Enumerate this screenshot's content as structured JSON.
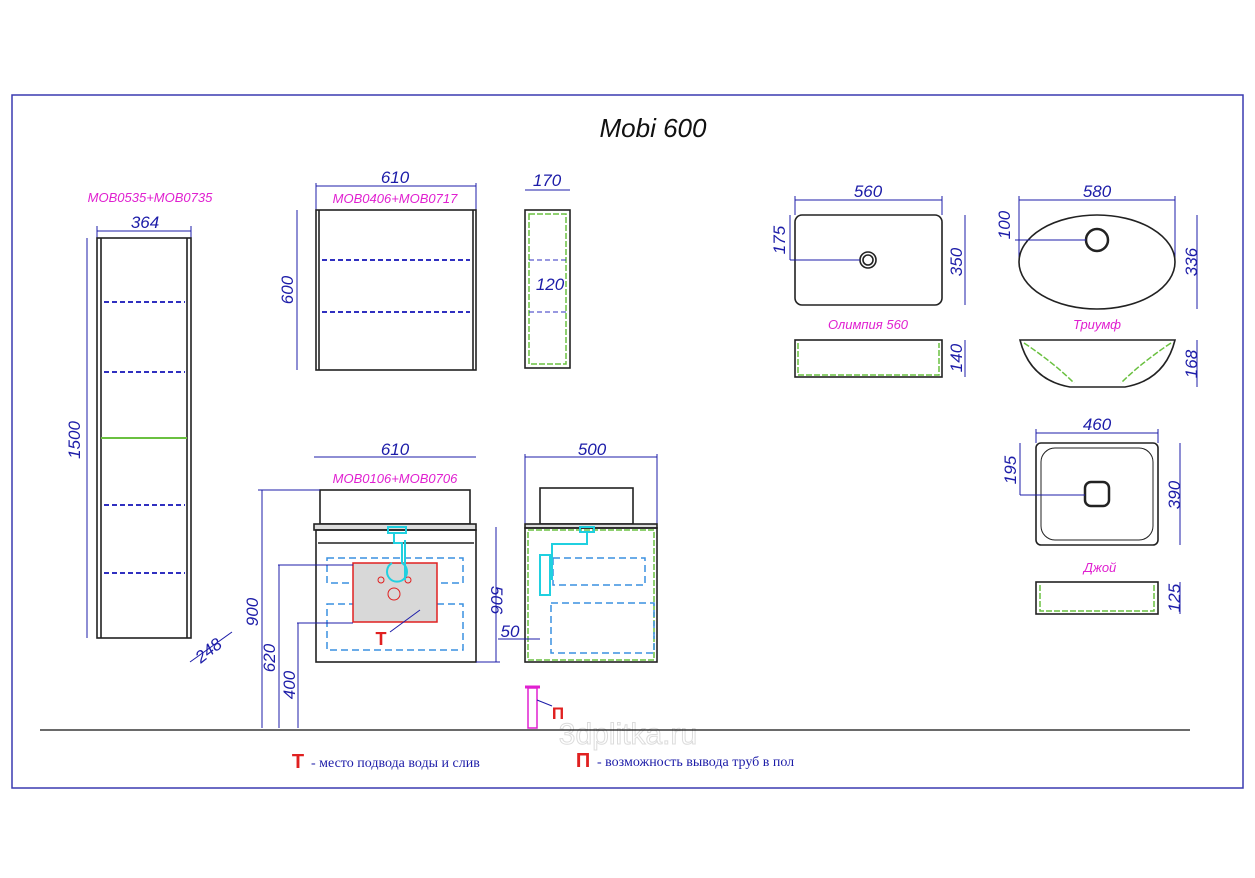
{
  "title": "Mobi 600",
  "tall_cabinet": {
    "code": "MOB0535+MOB0735",
    "width": "364",
    "height": "1500",
    "depth": "248"
  },
  "wall_cabinet": {
    "code": "MOB0406+MOB0717",
    "width": "610",
    "height": "600",
    "depth": "170",
    "inner": "120"
  },
  "vanity": {
    "code": "MOB0106+MOB0706",
    "width": "610",
    "depth": "500",
    "height_total": "900",
    "height_620": "620",
    "height_400": "400",
    "body_height": "506",
    "offset": "50"
  },
  "basins": [
    {
      "name": "Олимпия 560",
      "width": "560",
      "drain": "175",
      "depth": "350",
      "height": "140"
    },
    {
      "name": "Триумф",
      "width": "580",
      "drain": "100",
      "depth": "336",
      "height": "168"
    },
    {
      "name": "Джой",
      "width": "460",
      "drain": "195",
      "depth": "390",
      "height": "125"
    }
  ],
  "markers": {
    "t": "T",
    "p": "П"
  },
  "legend": {
    "t_text": "- место подвода воды и слив",
    "p_text": "- возможность вывода труб в пол"
  },
  "watermark": "3dplitka.ru"
}
